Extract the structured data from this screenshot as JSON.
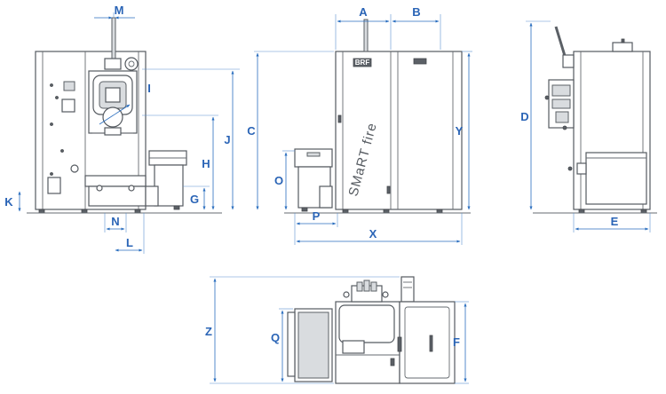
{
  "labels": {
    "A": "A",
    "B": "B",
    "C": "C",
    "D": "D",
    "E": "E",
    "F": "F",
    "G": "G",
    "H": "H",
    "I": "I",
    "J": "J",
    "K": "K",
    "L": "L",
    "M": "M",
    "N": "N",
    "O": "O",
    "P": "P",
    "Q": "Q",
    "X": "X",
    "Y": "Y",
    "Z": "Z"
  },
  "product": {
    "name": "SMaRT fire",
    "logo": "BRF"
  },
  "colors": {
    "dimension": "#2a6ebf",
    "outline": "#555a60"
  }
}
